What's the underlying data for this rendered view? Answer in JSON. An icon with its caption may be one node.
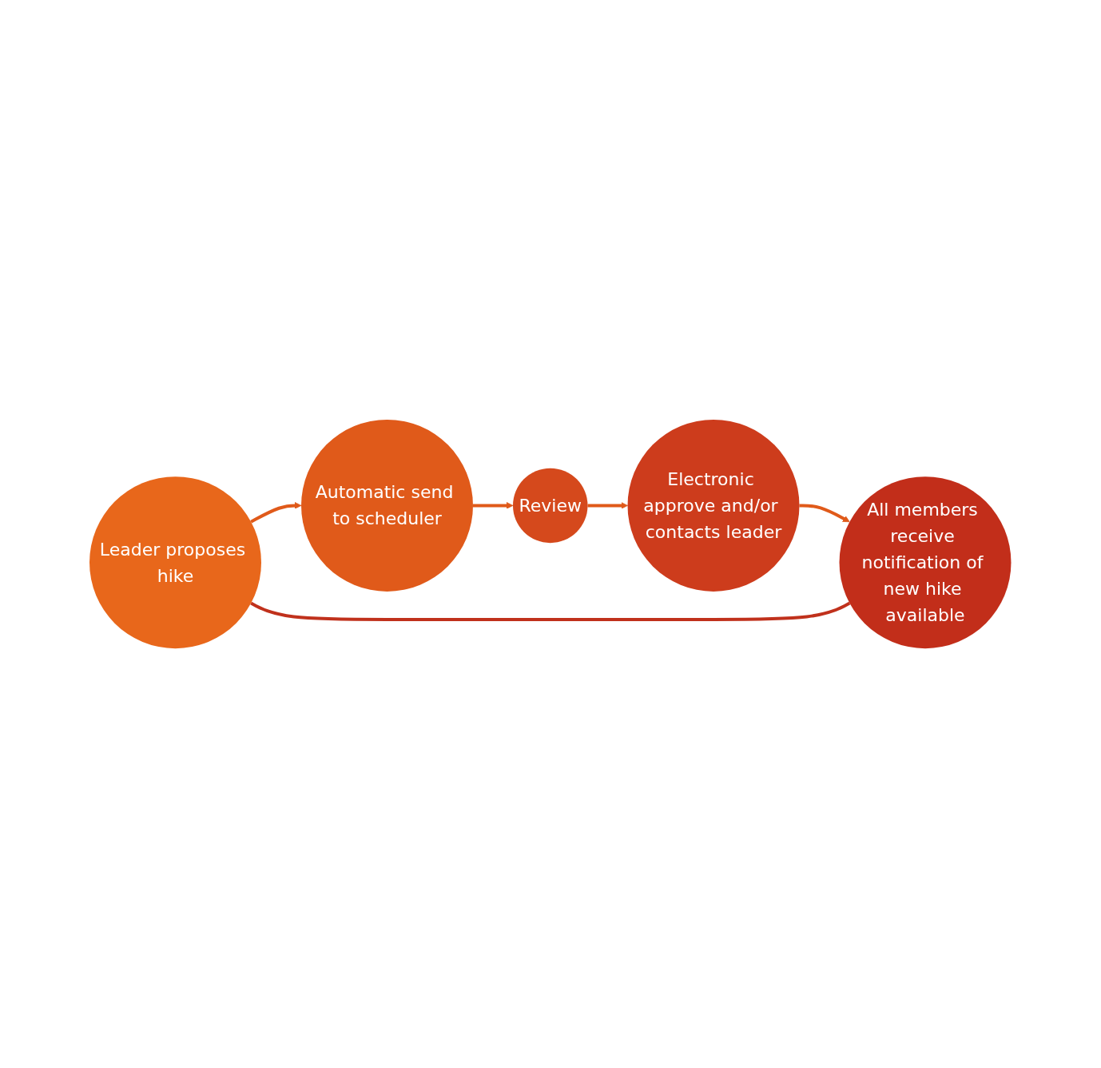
{
  "diagram": {
    "nodes": [
      {
        "text": [
          "Leader proposes hike"
        ]
      },
      {
        "text": [
          "Automatic send to scheduler"
        ]
      },
      {
        "text": [
          "Review"
        ]
      },
      {
        "text": [
          "Electronic approve and/or contacts leader"
        ]
      },
      {
        "text": [
          "All members receive notification of new hike available"
        ]
      }
    ],
    "edges": [
      {
        "from": 0,
        "to": 1,
        "arrow": "to"
      },
      {
        "from": 1,
        "to": 2,
        "arrow": "to"
      },
      {
        "from": 2,
        "to": 3,
        "arrow": "to"
      },
      {
        "from": 3,
        "to": 4,
        "arrow": "to"
      },
      {
        "from": 4,
        "to": 0,
        "arrow": "none",
        "color": "#c0311c"
      }
    ]
  }
}
